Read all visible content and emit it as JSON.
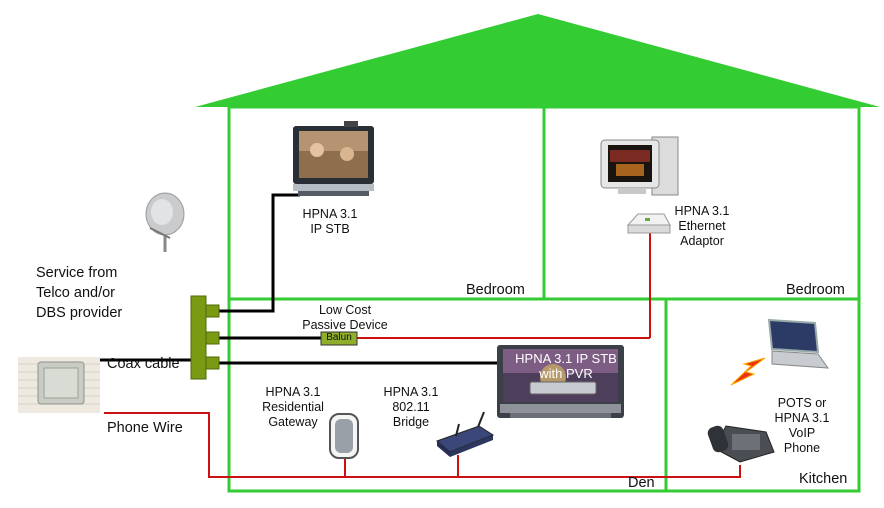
{
  "rooms": {
    "bedroom_left": "Bedroom",
    "bedroom_right": "Bedroom",
    "den": "Den",
    "kitchen": "Kitchen"
  },
  "outside": {
    "service_line1": "Service from",
    "service_line2": "Telco and/or",
    "service_line3": "DBS provider",
    "coax_cable": "Coax cable",
    "phone_wire": "Phone Wire"
  },
  "devices": {
    "ip_stb_line1": "HPNA 3.1",
    "ip_stb_line2": "IP STB",
    "ethernet_line1": "HPNA 3.1",
    "ethernet_line2": "Ethernet",
    "ethernet_line3": "Adaptor",
    "passive_line1": "Low Cost",
    "passive_line2": "Passive Device",
    "balun": "Balun",
    "stb_pvr_line1": "HPNA 3.1 IP STB",
    "stb_pvr_line2": "with PVR",
    "gateway_line1": "HPNA 3.1",
    "gateway_line2": "Residential",
    "gateway_line3": "Gateway",
    "bridge_line1": "HPNA 3.1",
    "bridge_line2": "802.11",
    "bridge_line3": "Bridge",
    "phone_line1": "POTS or",
    "phone_line2": "HPNA 3.1",
    "phone_line3": "VoIP",
    "phone_line4": "Phone"
  },
  "colors": {
    "house": "#33cc33",
    "coax": "#000000",
    "phone_wire": "#cc1111",
    "splitter": "#7a9a14"
  }
}
